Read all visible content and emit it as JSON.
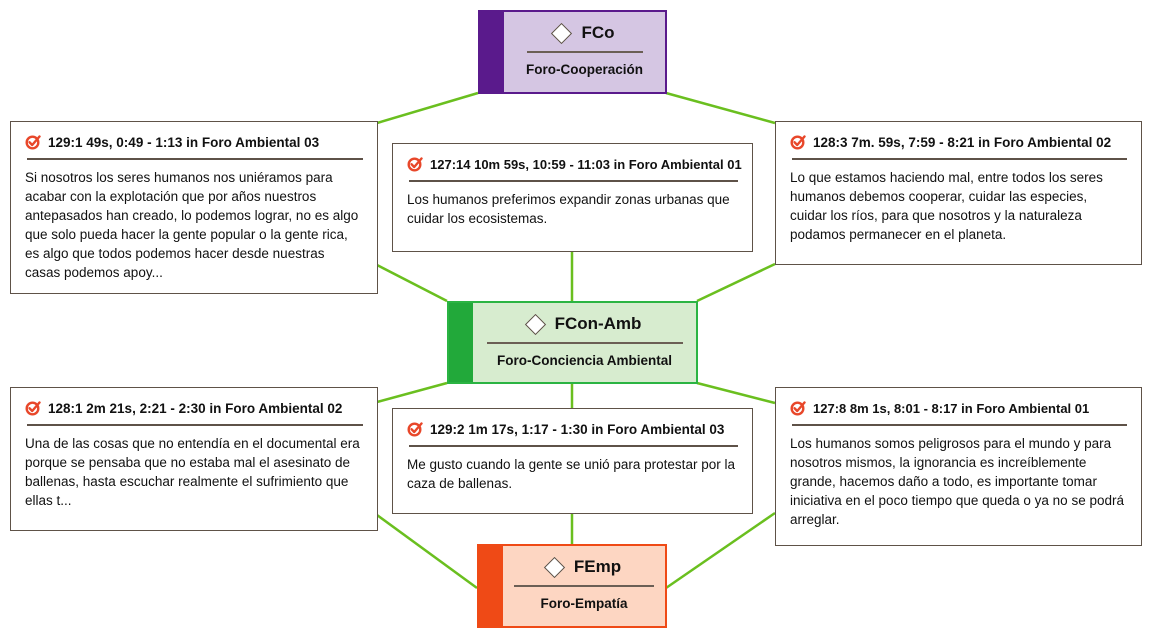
{
  "colors": {
    "edge": "#6abf1f",
    "quote_border": "#5e5248",
    "check_icon": "#e8472a",
    "cooperation": {
      "strip": "#5a1a8c",
      "fill": "#d5c6e3",
      "border": "#5a1a8c"
    },
    "conscience": {
      "strip": "#22a93a",
      "fill": "#d7eccf",
      "border": "#2bb443"
    },
    "empathy": {
      "strip": "#ef4a16",
      "fill": "#fdd6c2",
      "border": "#ef4a16"
    }
  },
  "codes": {
    "cooperation": {
      "code": "FCo",
      "name": "Foro-Cooperación",
      "icon": "diamond-icon"
    },
    "conscience": {
      "code": "FCon-Amb",
      "name": "Foro-Conciencia Ambiental",
      "icon": "diamond-icon"
    },
    "empathy": {
      "code": "FEmp",
      "name": "Foro-Empatía",
      "icon": "diamond-icon"
    }
  },
  "quotes": [
    {
      "header": "129:1 49s, 0:49 - 1:13 in Foro Ambiental 03",
      "text": "Si nosotros los seres humanos nos uniéramos para acabar con la explotación que por años nuestros antepasados han creado, lo podemos lograr, no es algo que solo pueda hacer la gente popular o la gente rica, es algo que todos podemos hacer desde nuestras casas podemos apoy...",
      "icon": "check-circle-icon"
    },
    {
      "header": "127:14 10m 59s, 10:59 - 11:03 in Foro Ambiental 01",
      "text": "Los humanos preferimos expandir zonas urbanas que cuidar los ecosistemas.",
      "icon": "check-circle-icon"
    },
    {
      "header": "128:3 7m. 59s, 7:59 - 8:21 in Foro Ambiental 02",
      "text": "Lo que estamos haciendo mal,  entre todos los seres humanos debemos cooperar, cuidar las especies, cuidar los ríos, para que nosotros y la naturaleza podamos permanecer en el planeta.",
      "icon": "check-circle-icon"
    },
    {
      "header": "128:1 2m 21s, 2:21 - 2:30 in Foro Ambiental 02",
      "text": "Una de las cosas que no entendía en el documental era porque se pensaba que no estaba mal el asesinato de ballenas, hasta escuchar realmente el sufrimiento que ellas t...",
      "icon": "check-circle-icon"
    },
    {
      "header": "129:2 1m 17s, 1:17 - 1:30 in Foro Ambiental 03",
      "text": "Me gusto cuando la gente se unió para protestar por la caza de ballenas.",
      "icon": "check-circle-icon"
    },
    {
      "header": "127:8 8m 1s, 8:01 - 8:17 in Foro Ambiental 01",
      "text": "Los humanos somos peligrosos para el mundo y para nosotros mismos, la ignorancia es increíblemente grande, hacemos daño a todo, es importante tomar iniciativa en el poco tiempo que queda o ya no se podrá arreglar.",
      "icon": "check-circle-icon"
    }
  ],
  "links": [
    [
      "cooperation",
      0
    ],
    [
      "cooperation",
      2
    ],
    [
      "conscience",
      0
    ],
    [
      "conscience",
      1
    ],
    [
      "conscience",
      2
    ],
    [
      "conscience",
      3
    ],
    [
      "conscience",
      4
    ],
    [
      "conscience",
      5
    ],
    [
      "empathy",
      3
    ],
    [
      "empathy",
      4
    ],
    [
      "empathy",
      5
    ]
  ]
}
